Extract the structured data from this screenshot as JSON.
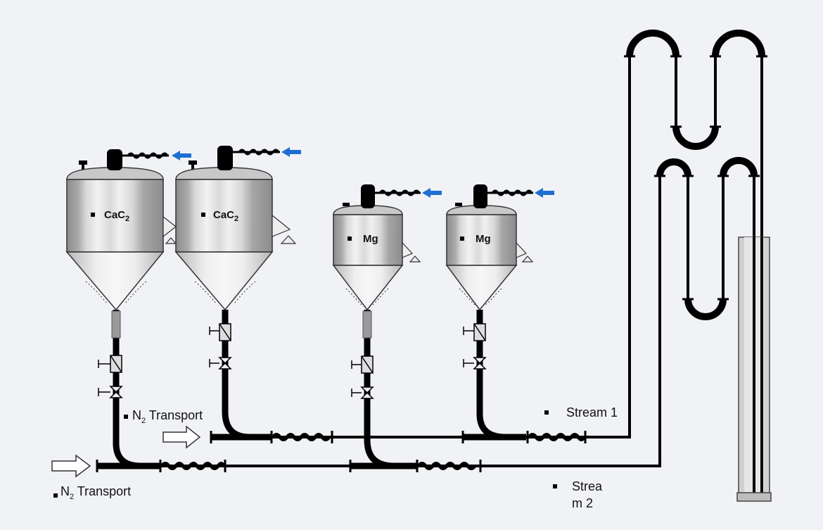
{
  "vessels": [
    {
      "id": "v1",
      "material": "CaC",
      "subscript": "2"
    },
    {
      "id": "v2",
      "material": "CaC",
      "subscript": "2"
    },
    {
      "id": "v3",
      "material": "Mg",
      "subscript": ""
    },
    {
      "id": "v4",
      "material": "Mg",
      "subscript": ""
    }
  ],
  "labels": {
    "n2_upper": {
      "main": "N",
      "sub": "2",
      "rest": " Transport"
    },
    "n2_lower": {
      "main": "N",
      "sub": "2",
      "rest": " Transport"
    },
    "stream1": "Stream 1",
    "stream2_line1": "Strea",
    "stream2_line2": "m 2"
  },
  "colors": {
    "background": "#f1f2f6",
    "pipe": "#000000",
    "feed_arrow": "#1f6fd1",
    "vessel_light": "#ececec",
    "vessel_dark": "#9a9a9a"
  }
}
